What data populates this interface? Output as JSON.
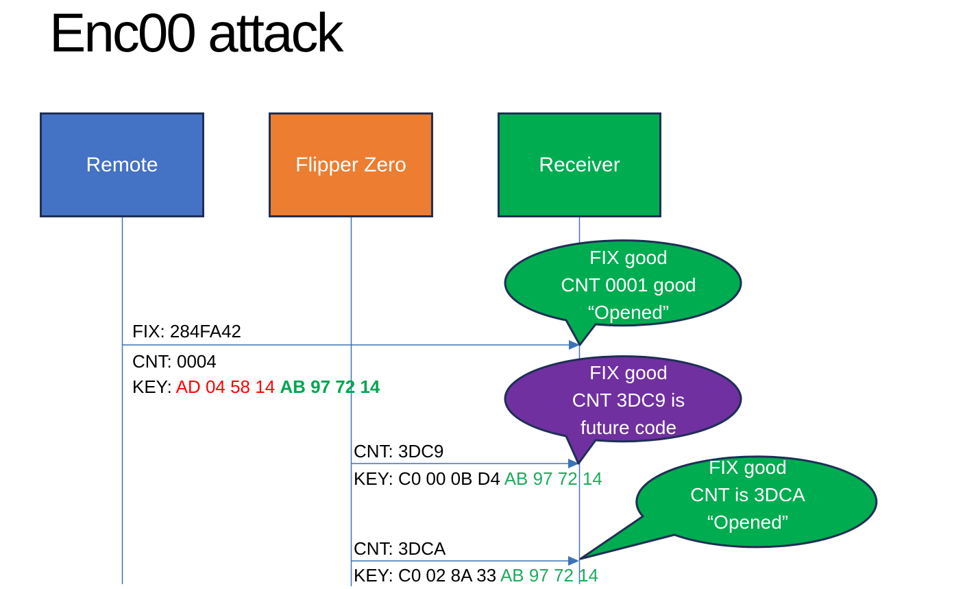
{
  "title": "Enc00 attack",
  "colors": {
    "actor_remote_fill": "#4472C4",
    "actor_flipper_fill": "#ED7D31",
    "actor_receiver_fill": "#00AC50",
    "shape_border": "#1F2F55",
    "callout_green_fill": "#00AC50",
    "callout_purple_fill": "#7030A0",
    "lifeline_arrow_blue": "#3B73B9",
    "key_segment_red": "#FF0000",
    "key_segment_green": "#00A651",
    "message_text": "#000000",
    "bubble_text": "#FFFFFF"
  },
  "actors": [
    {
      "label": "Remote"
    },
    {
      "label": "Flipper Zero"
    },
    {
      "label": "Receiver"
    }
  ],
  "messages": [
    {
      "from": "Remote",
      "to": "Receiver",
      "fix": "FIX: 284FA42",
      "cnt": "CNT: 0004",
      "key_prefix": "KEY: ",
      "key_red": "AD 04 58 14 ",
      "key_green": "AB 97 72 14"
    },
    {
      "from": "Flipper Zero",
      "to": "Receiver",
      "cnt": "CNT: 3DC9",
      "key_prefix": "KEY: ",
      "key_black": "C0 00 0B D4 ",
      "key_green": "AB 97 72 14"
    },
    {
      "from": "Flipper Zero",
      "to": "Receiver",
      "cnt": "CNT: 3DCA",
      "key_prefix": "KEY: ",
      "key_black": "C0 02 8A 33 ",
      "key_green": "AB 97 72 14"
    }
  ],
  "callouts": [
    {
      "style": "green",
      "lines": [
        "FIX good",
        "CNT 0001 good",
        "“Opened”"
      ]
    },
    {
      "style": "purple",
      "lines": [
        "FIX good",
        "CNT 3DC9 is",
        "future code"
      ]
    },
    {
      "style": "green",
      "lines": [
        "FIX good",
        "CNT is 3DCA",
        "“Opened”"
      ]
    }
  ]
}
